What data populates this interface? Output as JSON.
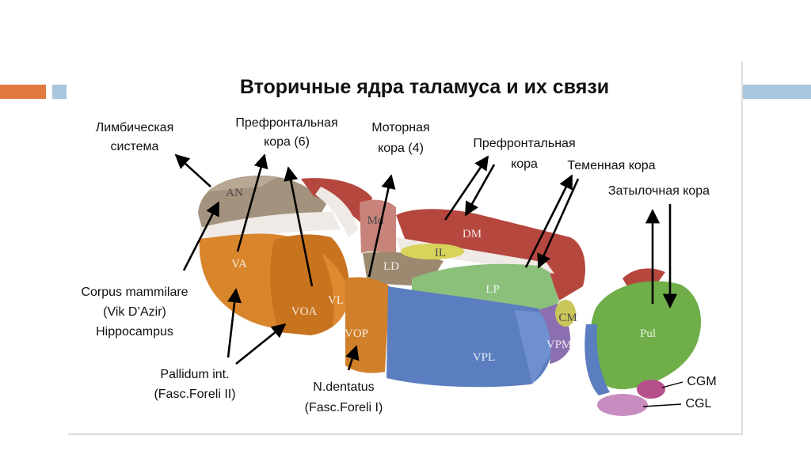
{
  "title": "Вторичные ядра таламуса и их связи",
  "labels": {
    "limbic_1": "Лимбическая",
    "limbic_2": "система",
    "prefrontal6_1": "Префронтальная",
    "prefrontal6_2": "кора (6)",
    "motor4_1": "Моторная",
    "motor4_2": "кора (4)",
    "prefrontal_1": "Префронтальная",
    "prefrontal_2": "кора",
    "parietal": "Теменная кора",
    "occipital": "Затылочная кора",
    "mammilare_1": "Corpus mammilare",
    "mammilare_2": "(Vik D’Azir)",
    "mammilare_3": "Hippocampus",
    "pallidum_1": "Pallidum int.",
    "pallidum_2": "(Fasc.Foreli II)",
    "dentatus_1": "N.dentatus",
    "dentatus_2": "(Fasc.Foreli I)",
    "cgm": "CGM",
    "cgl": "CGL"
  },
  "nuclei": {
    "an": "AN",
    "va": "VA",
    "voa": "VOA",
    "vl": "VL",
    "md": "Md",
    "ld": "LD",
    "il": "IL",
    "dm": "DM",
    "lp": "LP",
    "vop": "VOP",
    "vpl": "VPL",
    "vpm": "VPM",
    "cm": "CM",
    "pul": "Pul"
  },
  "colors": {
    "accent_orange": "#e07a3f",
    "accent_blue": "#a9c6df",
    "anterior": "#a3937e",
    "ventral_anterior": "#d07f2a",
    "dorsomedial": "#b5473f",
    "lateral_posterior": "#8bc07a",
    "ventral_posterior": "#5b7ec0",
    "intralaminar": "#d8d35a",
    "ventral_posteromedial": "#8c6fb0",
    "pulvinar": "#6fae49",
    "geniculate": "#b56aa0"
  }
}
